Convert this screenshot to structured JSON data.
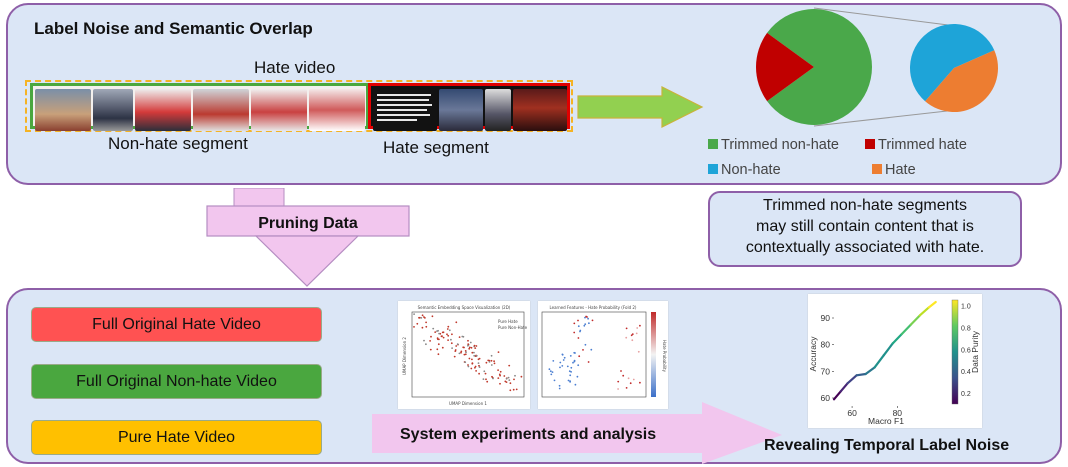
{
  "top": {
    "title": "Label Noise and Semantic Overlap",
    "hate_video_label": "Hate video",
    "nonhate_segment_label": "Non-hate segment",
    "hate_segment_label": "Hate segment"
  },
  "legend": {
    "items": [
      {
        "label": "Trimmed non-hate",
        "color": "#4aa84a"
      },
      {
        "label": "Trimmed hate",
        "color": "#c00000"
      },
      {
        "label": "Non-hate",
        "color": "#1ea4d8"
      },
      {
        "label": "Hate",
        "color": "#ed7d31"
      }
    ]
  },
  "callout": {
    "line1": "Trimmed non-hate segments",
    "line2": "may still contain content that is",
    "line3": "contextually associated with hate."
  },
  "pruning": {
    "label": "Pruning Data"
  },
  "buttons": {
    "full_hate": "Full Original Hate Video",
    "full_nonhate": "Full Original Non-hate Video",
    "pure_hate": "Pure Hate Video"
  },
  "experiments": {
    "label": "System experiments and analysis"
  },
  "revealing": {
    "label": "Revealing Temporal Label Noise"
  },
  "colors": {
    "hate_red": "#ff5252",
    "nonhate_green": "#4aa73f",
    "pure_orange": "#ffc000",
    "arrow_pink": "#f2c6ee",
    "panel_border": "#8e5fa8",
    "panel_fill": "#dbe6f6"
  },
  "thumb_charts": {
    "left_title": "Semantic Embedding Space Visualization (2D)",
    "left_legend": [
      "Pure Hate",
      "Pure Non-Hate"
    ],
    "left_xlabel": "UMAP Dimension 1",
    "left_ylabel": "UMAP Dimension 2",
    "right_title": "Learned Features - Hate Probability (Fold 2)",
    "right_colorbar_label": "Hate Probability"
  },
  "chart_data": [
    {
      "type": "pie",
      "slices": [
        {
          "label": "Trimmed non-hate",
          "value": 80
        },
        {
          "label": "Trimmed hate",
          "value": 20
        }
      ]
    },
    {
      "type": "pie",
      "slices": [
        {
          "label": "Non-hate",
          "value": 57
        },
        {
          "label": "Hate",
          "value": 43
        }
      ]
    },
    {
      "type": "line",
      "xlabel": "Macro F1",
      "ylabel": "Accuracy",
      "colorbar_label": "Data Purity",
      "colorbar_ticks": [
        "0.2",
        "0.4",
        "0.6",
        "0.8",
        "1.0"
      ],
      "x_ticks": [
        "60",
        "80"
      ],
      "y_ticks": [
        "60",
        "70",
        "80",
        "90"
      ],
      "xlim": [
        52,
        98
      ],
      "ylim": [
        57,
        96
      ],
      "x": [
        52,
        55,
        58,
        62,
        66,
        70,
        74,
        78,
        82,
        86,
        90,
        94,
        97
      ],
      "y": [
        59.5,
        62.5,
        65.5,
        68.5,
        69,
        71.5,
        76,
        80.5,
        84,
        87.5,
        91,
        94,
        96
      ]
    }
  ]
}
